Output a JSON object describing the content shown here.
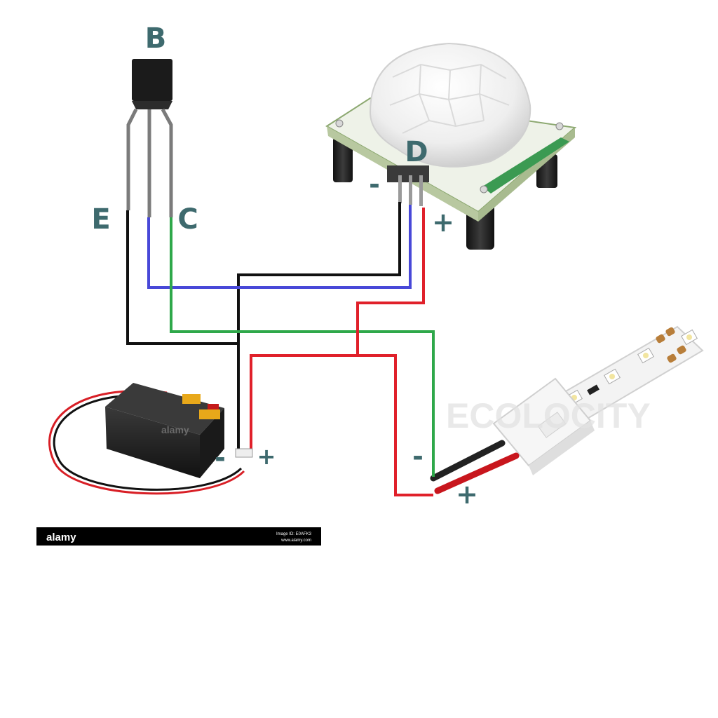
{
  "labels": {
    "base": "B",
    "emitter": "E",
    "collector": "C",
    "drain": "D",
    "pir_minus": "-",
    "pir_plus": "+",
    "battery_minus": "-",
    "battery_plus": "+",
    "strip_minus": "-",
    "strip_plus": "+"
  },
  "battery": {
    "brand": "alamy"
  },
  "led_strip": {
    "watermark": "ECOLOCITY"
  },
  "footer": {
    "brand": "alamy",
    "image_id": "Image ID: E0AFK3",
    "site": "www.alamy.com"
  },
  "colors": {
    "label": "#3e6a6e",
    "wire_black": "#111111",
    "wire_blue": "#4848d8",
    "wire_green": "#2ea84a",
    "wire_red": "#e0202a"
  }
}
